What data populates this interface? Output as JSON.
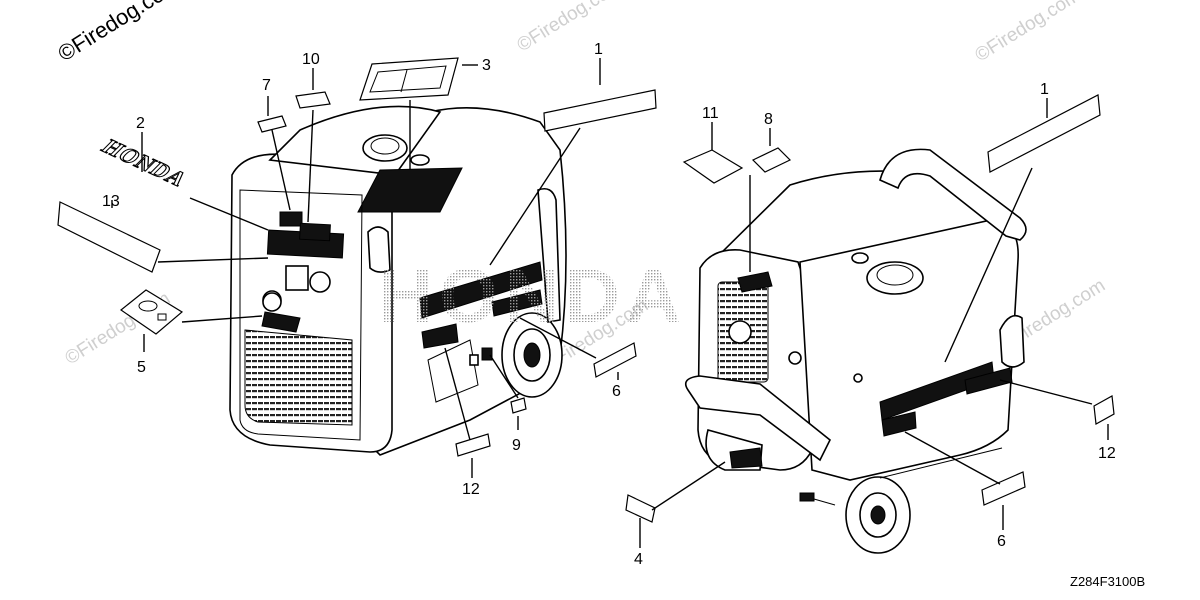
{
  "watermark": {
    "main": "©Firedog.com",
    "faint": [
      "©Firedog.com",
      "©Firedog.com",
      "©Firedog.com",
      "©Firedog.com",
      "©Firedog.com"
    ],
    "brand": "HONDA"
  },
  "emblem_text": "HONDA",
  "diagram_code": "Z284F3100B",
  "callouts": {
    "c1a": "1",
    "c2": "2",
    "c3": "3",
    "c4": "4",
    "c5": "5",
    "c6a": "6",
    "c7": "7",
    "c8": "8",
    "c9": "9",
    "c10": "10",
    "c11": "11",
    "c12a": "12",
    "c13": "13",
    "c1b": "1",
    "c6b": "6",
    "c12b": "12"
  },
  "colors": {
    "line": "#000000",
    "background": "#ffffff",
    "watermark": "#cfcfcf"
  }
}
